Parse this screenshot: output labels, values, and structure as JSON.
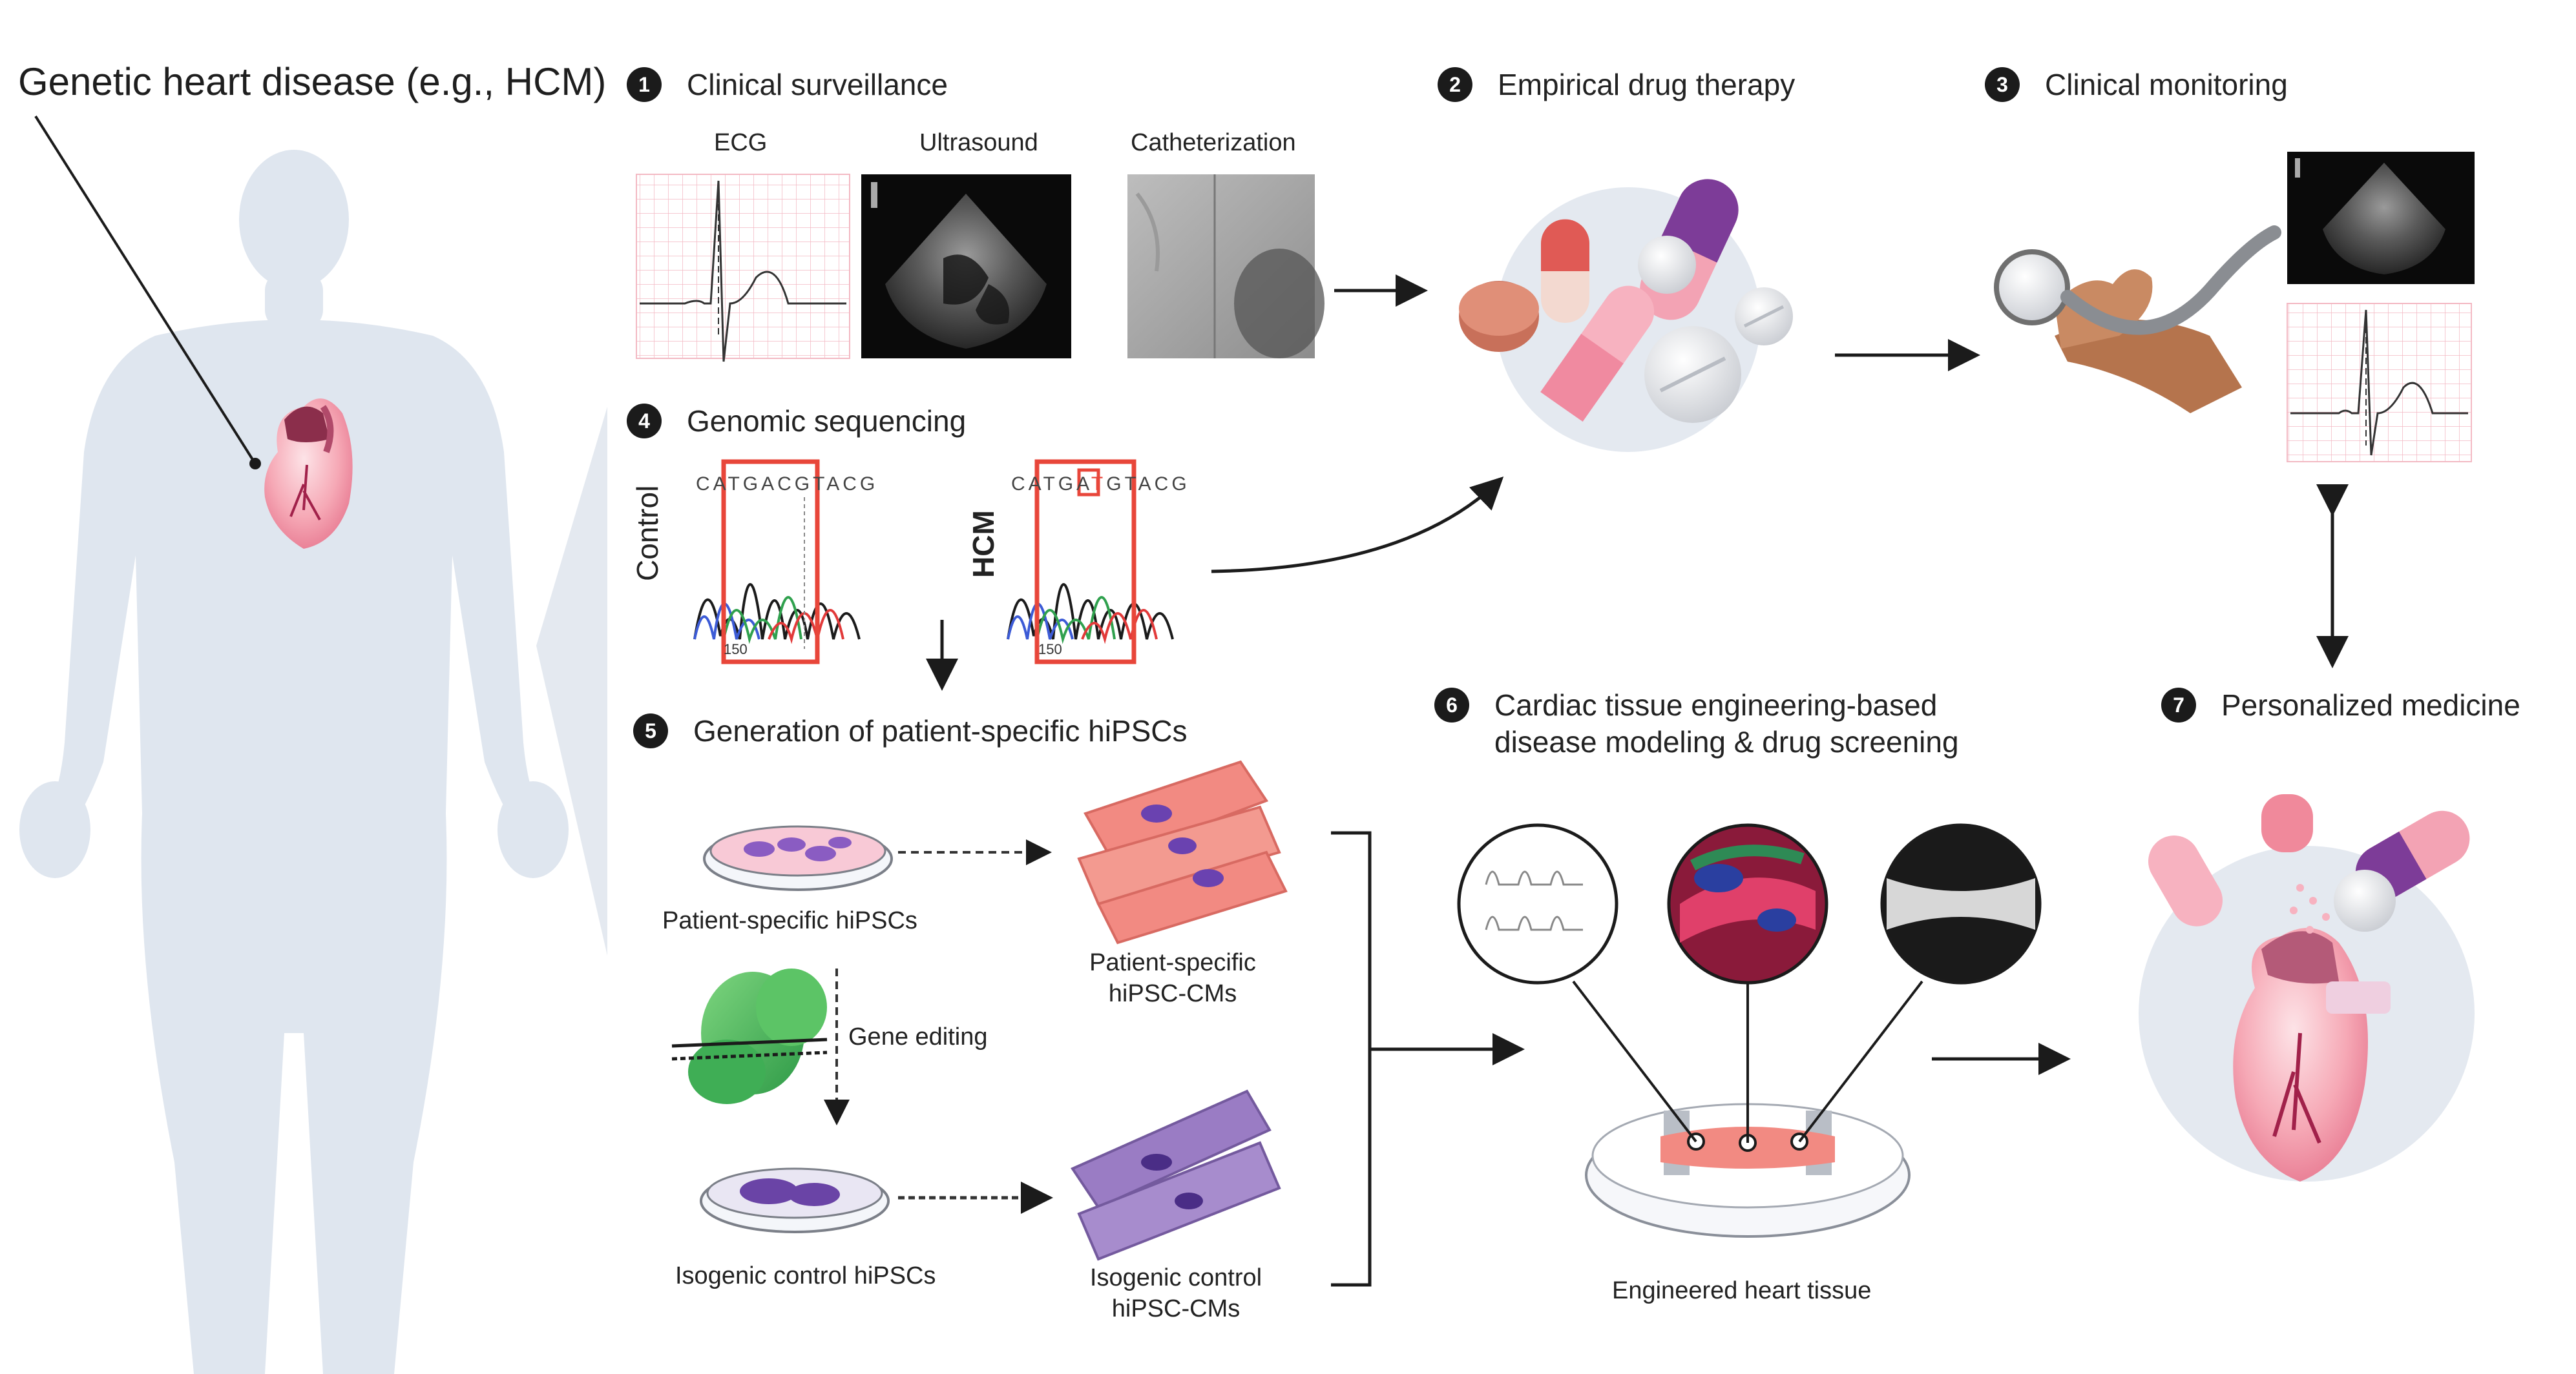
{
  "title": "Genetic heart disease (e.g., HCM)",
  "steps": [
    {
      "num": "1",
      "label": "Clinical surveillance"
    },
    {
      "num": "2",
      "label": "Empirical drug therapy"
    },
    {
      "num": "3",
      "label": "Clinical monitoring"
    },
    {
      "num": "4",
      "label": "Genomic sequencing"
    },
    {
      "num": "5",
      "label": "Generation of patient-specific hiPSCs"
    },
    {
      "num": "6",
      "label_line1": "Cardiac tissue engineering-based",
      "label_line2": "disease modeling & drug screening"
    },
    {
      "num": "7",
      "label": "Personalized medicine"
    }
  ],
  "surveillance": {
    "ecg": "ECG",
    "ultrasound": "Ultrasound",
    "catheterization": "Catheterization"
  },
  "genomic": {
    "control_label": "Control",
    "hcm_label": "HCM",
    "control_seq": "CATGACGTACG",
    "hcm_seq_pre": "CATGA",
    "hcm_seq_mut": "T",
    "hcm_seq_post": "GTACG",
    "position": "150"
  },
  "hipsc": {
    "patient_hipscs": "Patient-specific hiPSCs",
    "patient_cms_line1": "Patient-specific",
    "patient_cms_line2": "hiPSC-CMs",
    "gene_editing": "Gene editing",
    "isogenic_hipscs": "Isogenic control hiPSCs",
    "isogenic_cms_line1": "Isogenic control",
    "isogenic_cms_line2": "hiPSC-CMs"
  },
  "tissue": {
    "engineered": "Engineered heart tissue"
  },
  "colors": {
    "body": "#dfe6ef",
    "panel": "#e9edf4",
    "ecg_grid": "#f2b6c0",
    "highlight_red": "#e8463a",
    "cardiomyocyte_pink": "#f07e7e",
    "cardiomyocyte_purple": "#8f6fb5",
    "nucleus": "#5a3fa0",
    "pill_purple": "#7d3c98",
    "pill_pink": "#f3a3b4"
  }
}
